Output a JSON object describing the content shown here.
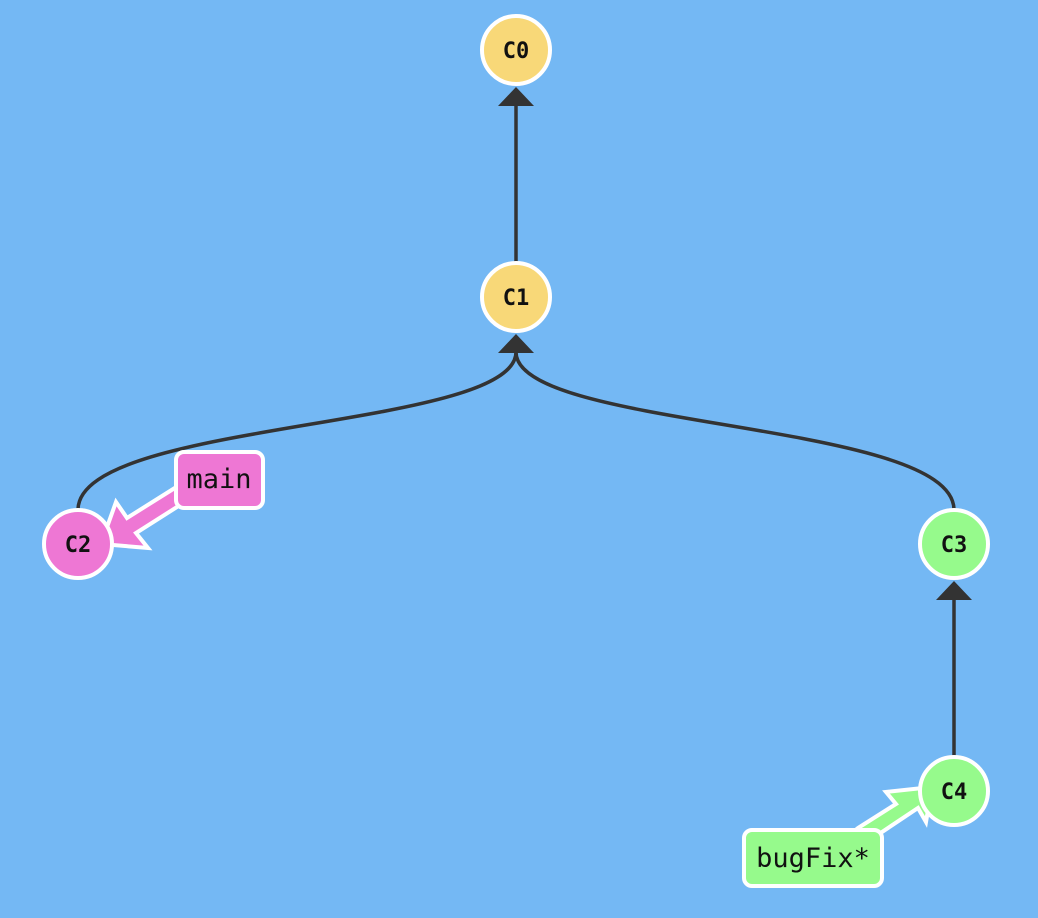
{
  "commits": [
    {
      "id": "C0",
      "color": "#f8d878"
    },
    {
      "id": "C1",
      "color": "#f8d878"
    },
    {
      "id": "C2",
      "color": "#ee77d4"
    },
    {
      "id": "C3",
      "color": "#96fa8c"
    },
    {
      "id": "C4",
      "color": "#96fa8c"
    }
  ],
  "edges": [
    {
      "from": "C1",
      "to": "C0"
    },
    {
      "from": "C2",
      "to": "C1"
    },
    {
      "from": "C3",
      "to": "C1"
    },
    {
      "from": "C4",
      "to": "C3"
    }
  ],
  "branches": [
    {
      "name": "main",
      "target": "C2",
      "color": "#ee77d4",
      "checked_out": false
    },
    {
      "name": "bugFix*",
      "target": "C4",
      "color": "#96fa8c",
      "checked_out": true
    }
  ],
  "colors": {
    "background": "#74b8f4",
    "edge": "#333333",
    "outline": "#ffffff"
  }
}
